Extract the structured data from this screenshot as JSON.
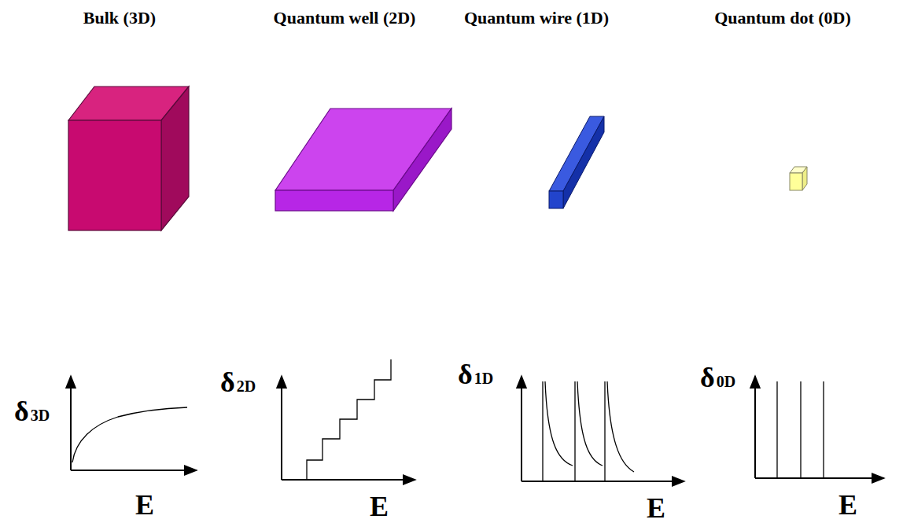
{
  "diagram": {
    "labels": [
      "Bulk (3D)",
      "Quantum well (2D)",
      "Quantum wire (1D)",
      "Quantum dot (0D)",
      "δ3D",
      "E",
      "δ2D",
      "E",
      "δ1D",
      "E",
      "δ0D",
      "E"
    ]
  }
}
